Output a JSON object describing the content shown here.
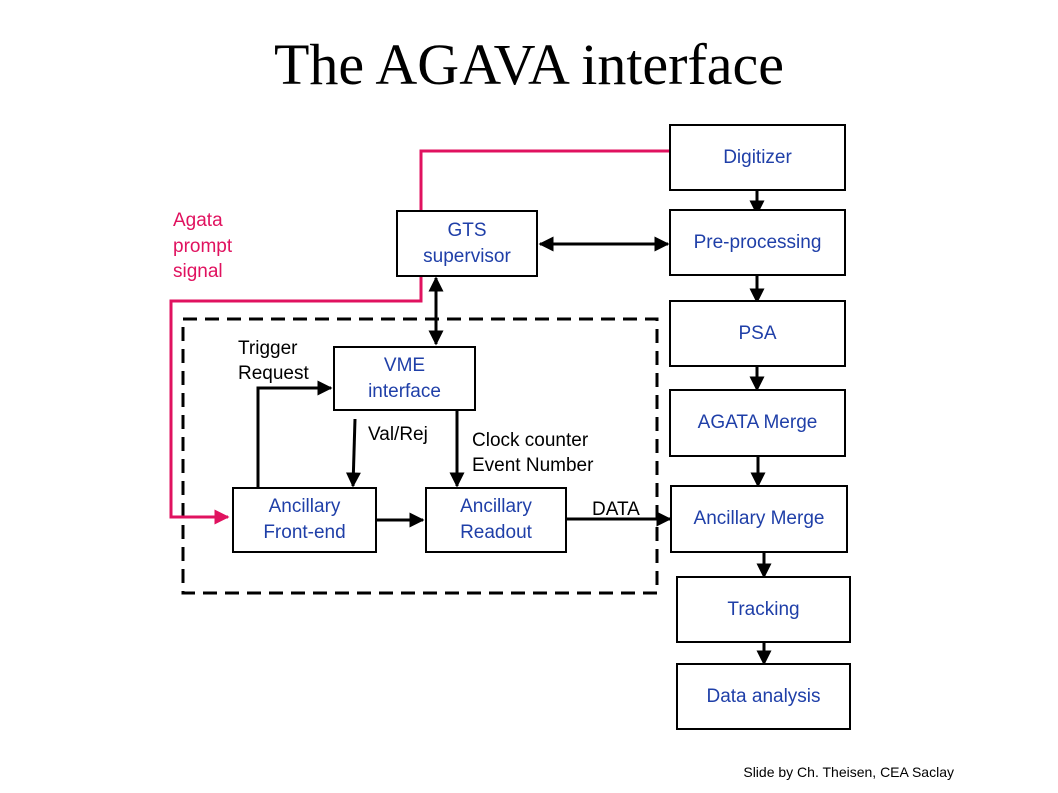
{
  "title": "The AGAVA interface",
  "footer": "Slide by Ch. Theisen, CEA Saclay",
  "colors": {
    "box_text": "#1f3fa8",
    "signal_line": "#e0125f",
    "lines": "#000000"
  },
  "pipeline": [
    "Digitizer",
    "Pre-processing",
    "PSA",
    "AGATA Merge",
    "Ancillary Merge",
    "Tracking",
    "Data analysis"
  ],
  "gts": {
    "line1": "GTS",
    "line2": "supervisor"
  },
  "vme": {
    "line1": "VME",
    "line2": "interface"
  },
  "frontend": {
    "line1": "Ancillary",
    "line2": "Front-end"
  },
  "readout": {
    "line1": "Ancillary",
    "line2": "Readout"
  },
  "labels": {
    "agata_prompt": [
      "Agata",
      "prompt",
      "signal"
    ],
    "trigger_request": [
      "Trigger",
      "Request"
    ],
    "val_rej": "Val/Rej",
    "clock_counter": [
      "Clock counter",
      "Event Number"
    ],
    "data": "DATA"
  }
}
